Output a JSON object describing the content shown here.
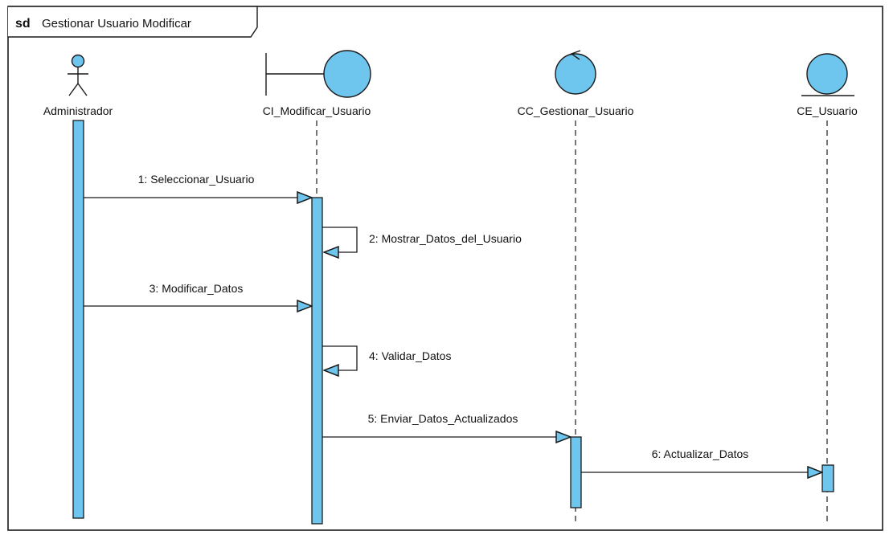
{
  "frame": {
    "keyword": "sd",
    "title": "Gestionar Usuario Modificar"
  },
  "lifelines": [
    {
      "label": "Administrador",
      "kind": "actor"
    },
    {
      "label": "CI_Modificar_Usuario",
      "kind": "boundary"
    },
    {
      "label": "CC_Gestionar_Usuario",
      "kind": "control"
    },
    {
      "label": "CE_Usuario",
      "kind": "entity"
    }
  ],
  "messages": [
    {
      "label": "1: Seleccionar_Usuario"
    },
    {
      "label": "2: Mostrar_Datos_del_Usuario"
    },
    {
      "label": "3: Modificar_Datos"
    },
    {
      "label": "4: Validar_Datos"
    },
    {
      "label": "5: Enviar_Datos_Actualizados"
    },
    {
      "label": "6: Actualizar_Datos"
    }
  ],
  "colors": {
    "fill": "#6ec5ee",
    "stroke": "#1a1a1a",
    "frame_bg": "#ffffff"
  }
}
